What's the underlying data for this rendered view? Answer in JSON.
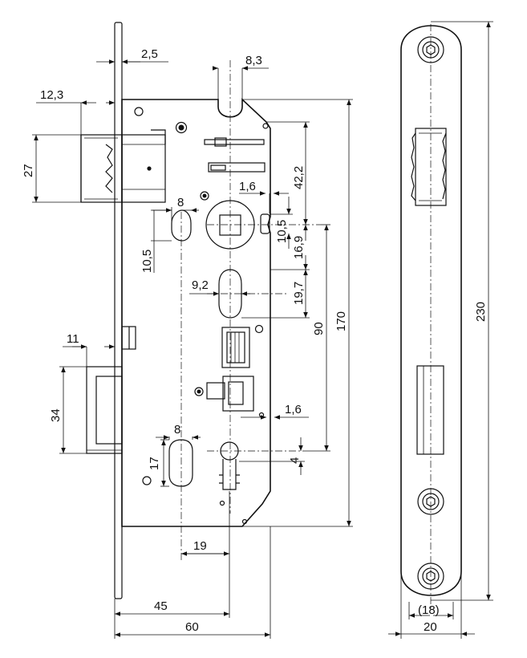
{
  "dimensions": {
    "plate_thickness": "2,5",
    "bolt_projection": "12,3",
    "bolt_height": "27",
    "slot_width_top": "8,3",
    "top_to_follower": "42,2",
    "offset_right_top": "1,6",
    "hole_width_top": "8",
    "follower_offset": "10,5",
    "hole_height_top": "10,5",
    "follower_to_mid": "16,9",
    "mid_slot_width": "9,2",
    "mid_slot_height": "19,7",
    "follower_to_key": "90",
    "case_height": "170",
    "latch_projection": "11",
    "latch_height": "34",
    "offset_right_bottom": "1,6",
    "hole_width_bottom": "8",
    "hole_height_bottom": "17",
    "key_offset": "4",
    "hole_to_key": "19",
    "backset": "45",
    "case_depth": "60",
    "faceplate_length": "230",
    "faceplate_width_ref": "(18)",
    "faceplate_width": "20"
  }
}
